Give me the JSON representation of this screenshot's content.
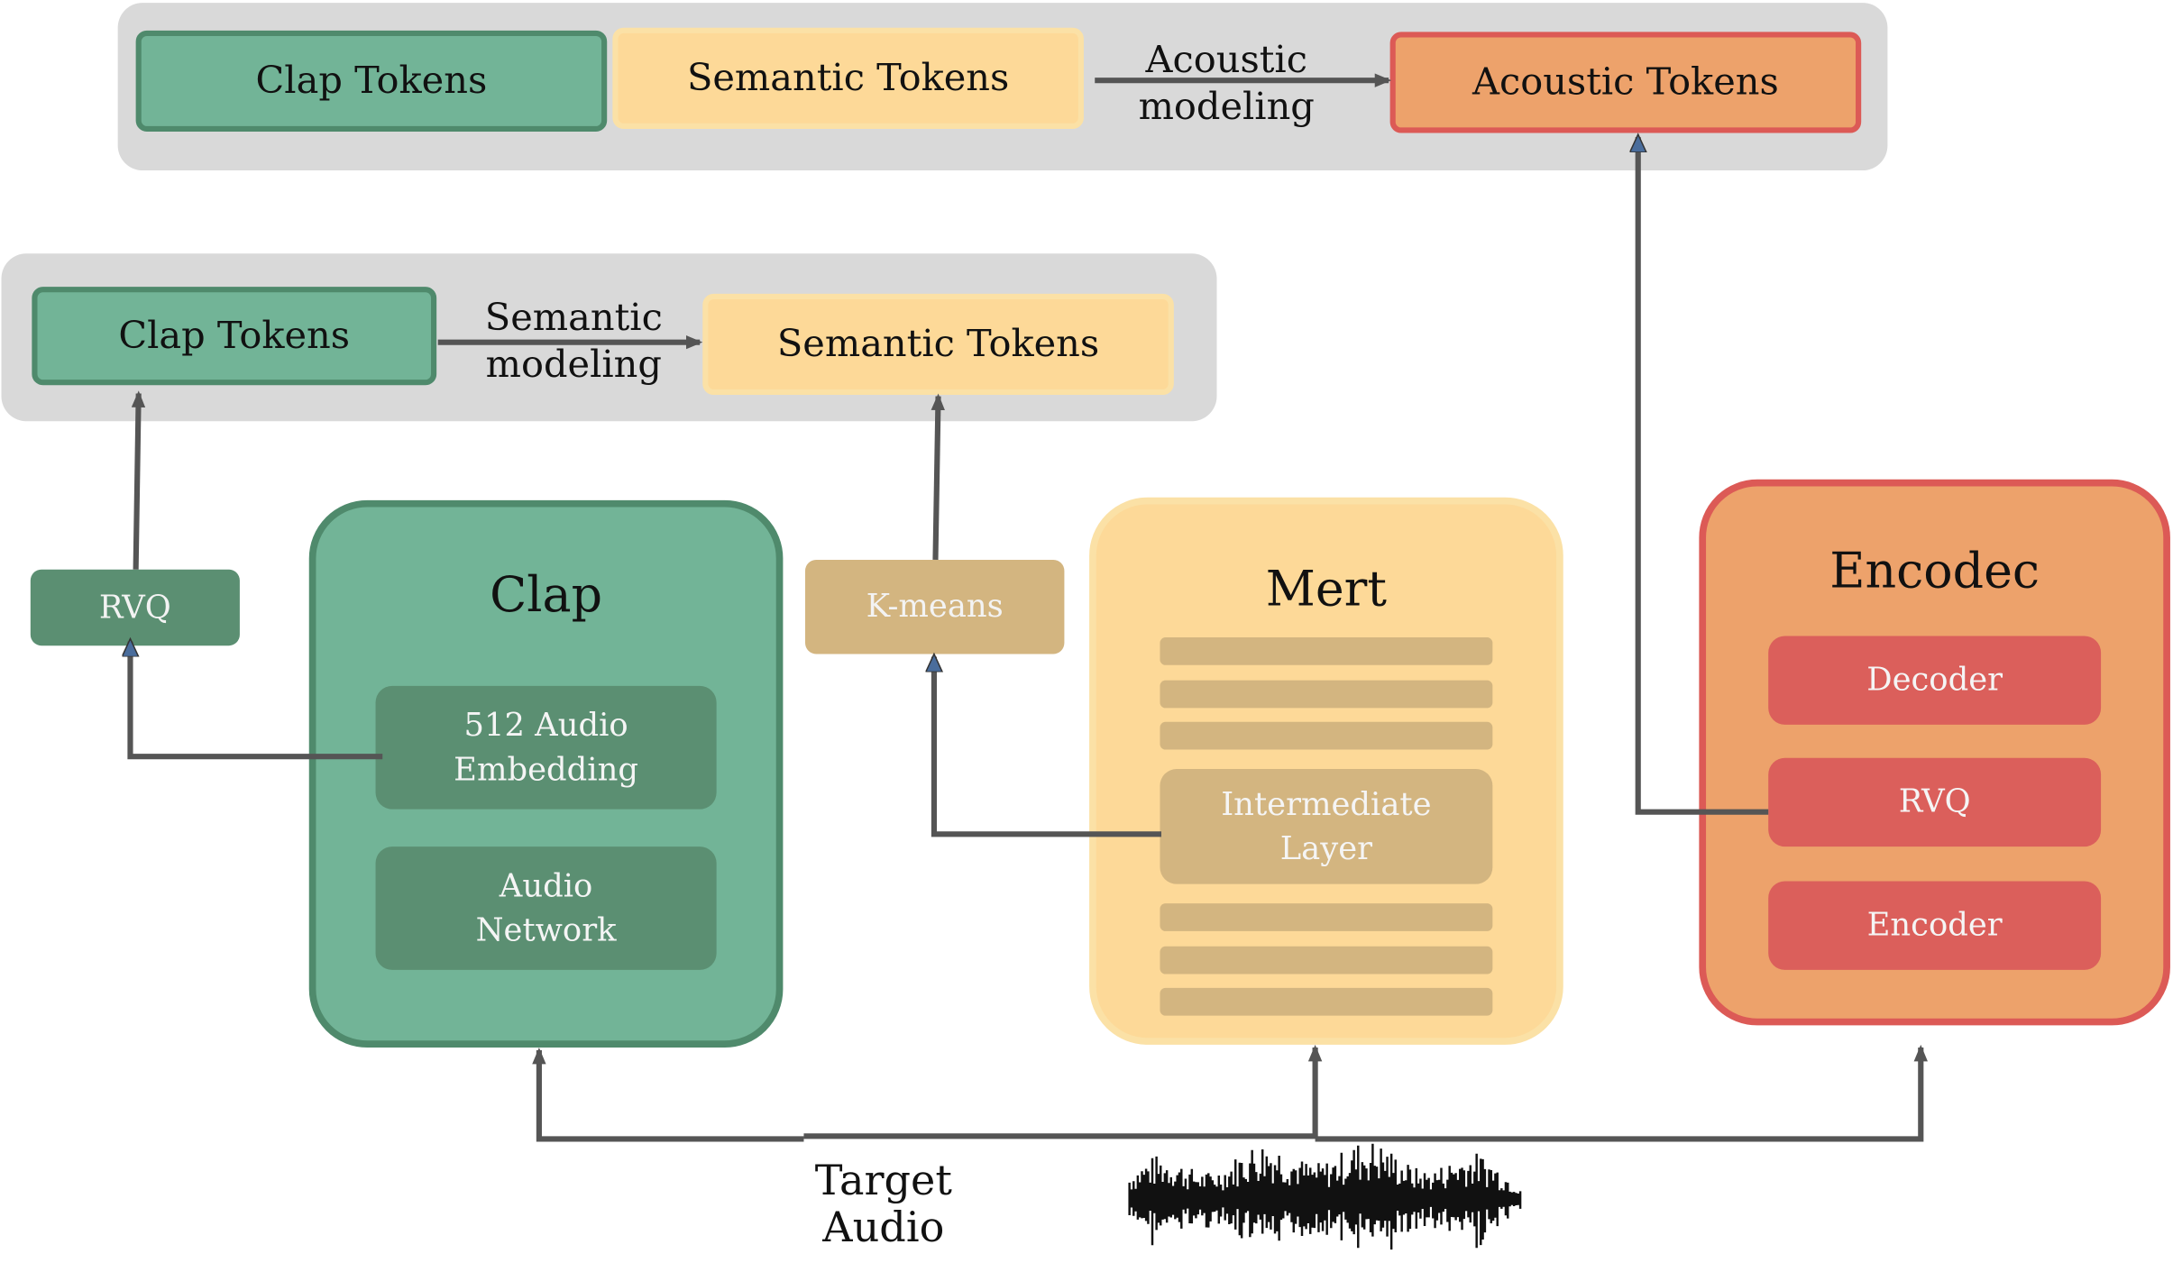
{
  "top_panel": {
    "clap_tokens": "Clap Tokens",
    "semantic_tokens": "Semantic Tokens",
    "arrow_label": "Acoustic\nmodeling",
    "acoustic_tokens": "Acoustic Tokens"
  },
  "mid_panel": {
    "clap_tokens": "Clap Tokens",
    "arrow_label": "Semantic\nmodeling",
    "semantic_tokens": "Semantic Tokens"
  },
  "rvq_left": "RVQ",
  "kmeans": "K-means",
  "clap": {
    "title": "Clap",
    "embedding": "512 Audio\nEmbedding",
    "network": "Audio\nNetwork"
  },
  "mert": {
    "title": "Mert",
    "intermediate": "Intermediate\nLayer"
  },
  "encodec": {
    "title": "Encodec",
    "decoder": "Decoder",
    "rvq": "RVQ",
    "encoder": "Encoder"
  },
  "target_audio": "Target Audio",
  "colors": {
    "clap_green": "#72b497",
    "mert_yellow": "#fdd998",
    "encodec_orange": "#eda26b",
    "arrow_gray": "#555555"
  }
}
